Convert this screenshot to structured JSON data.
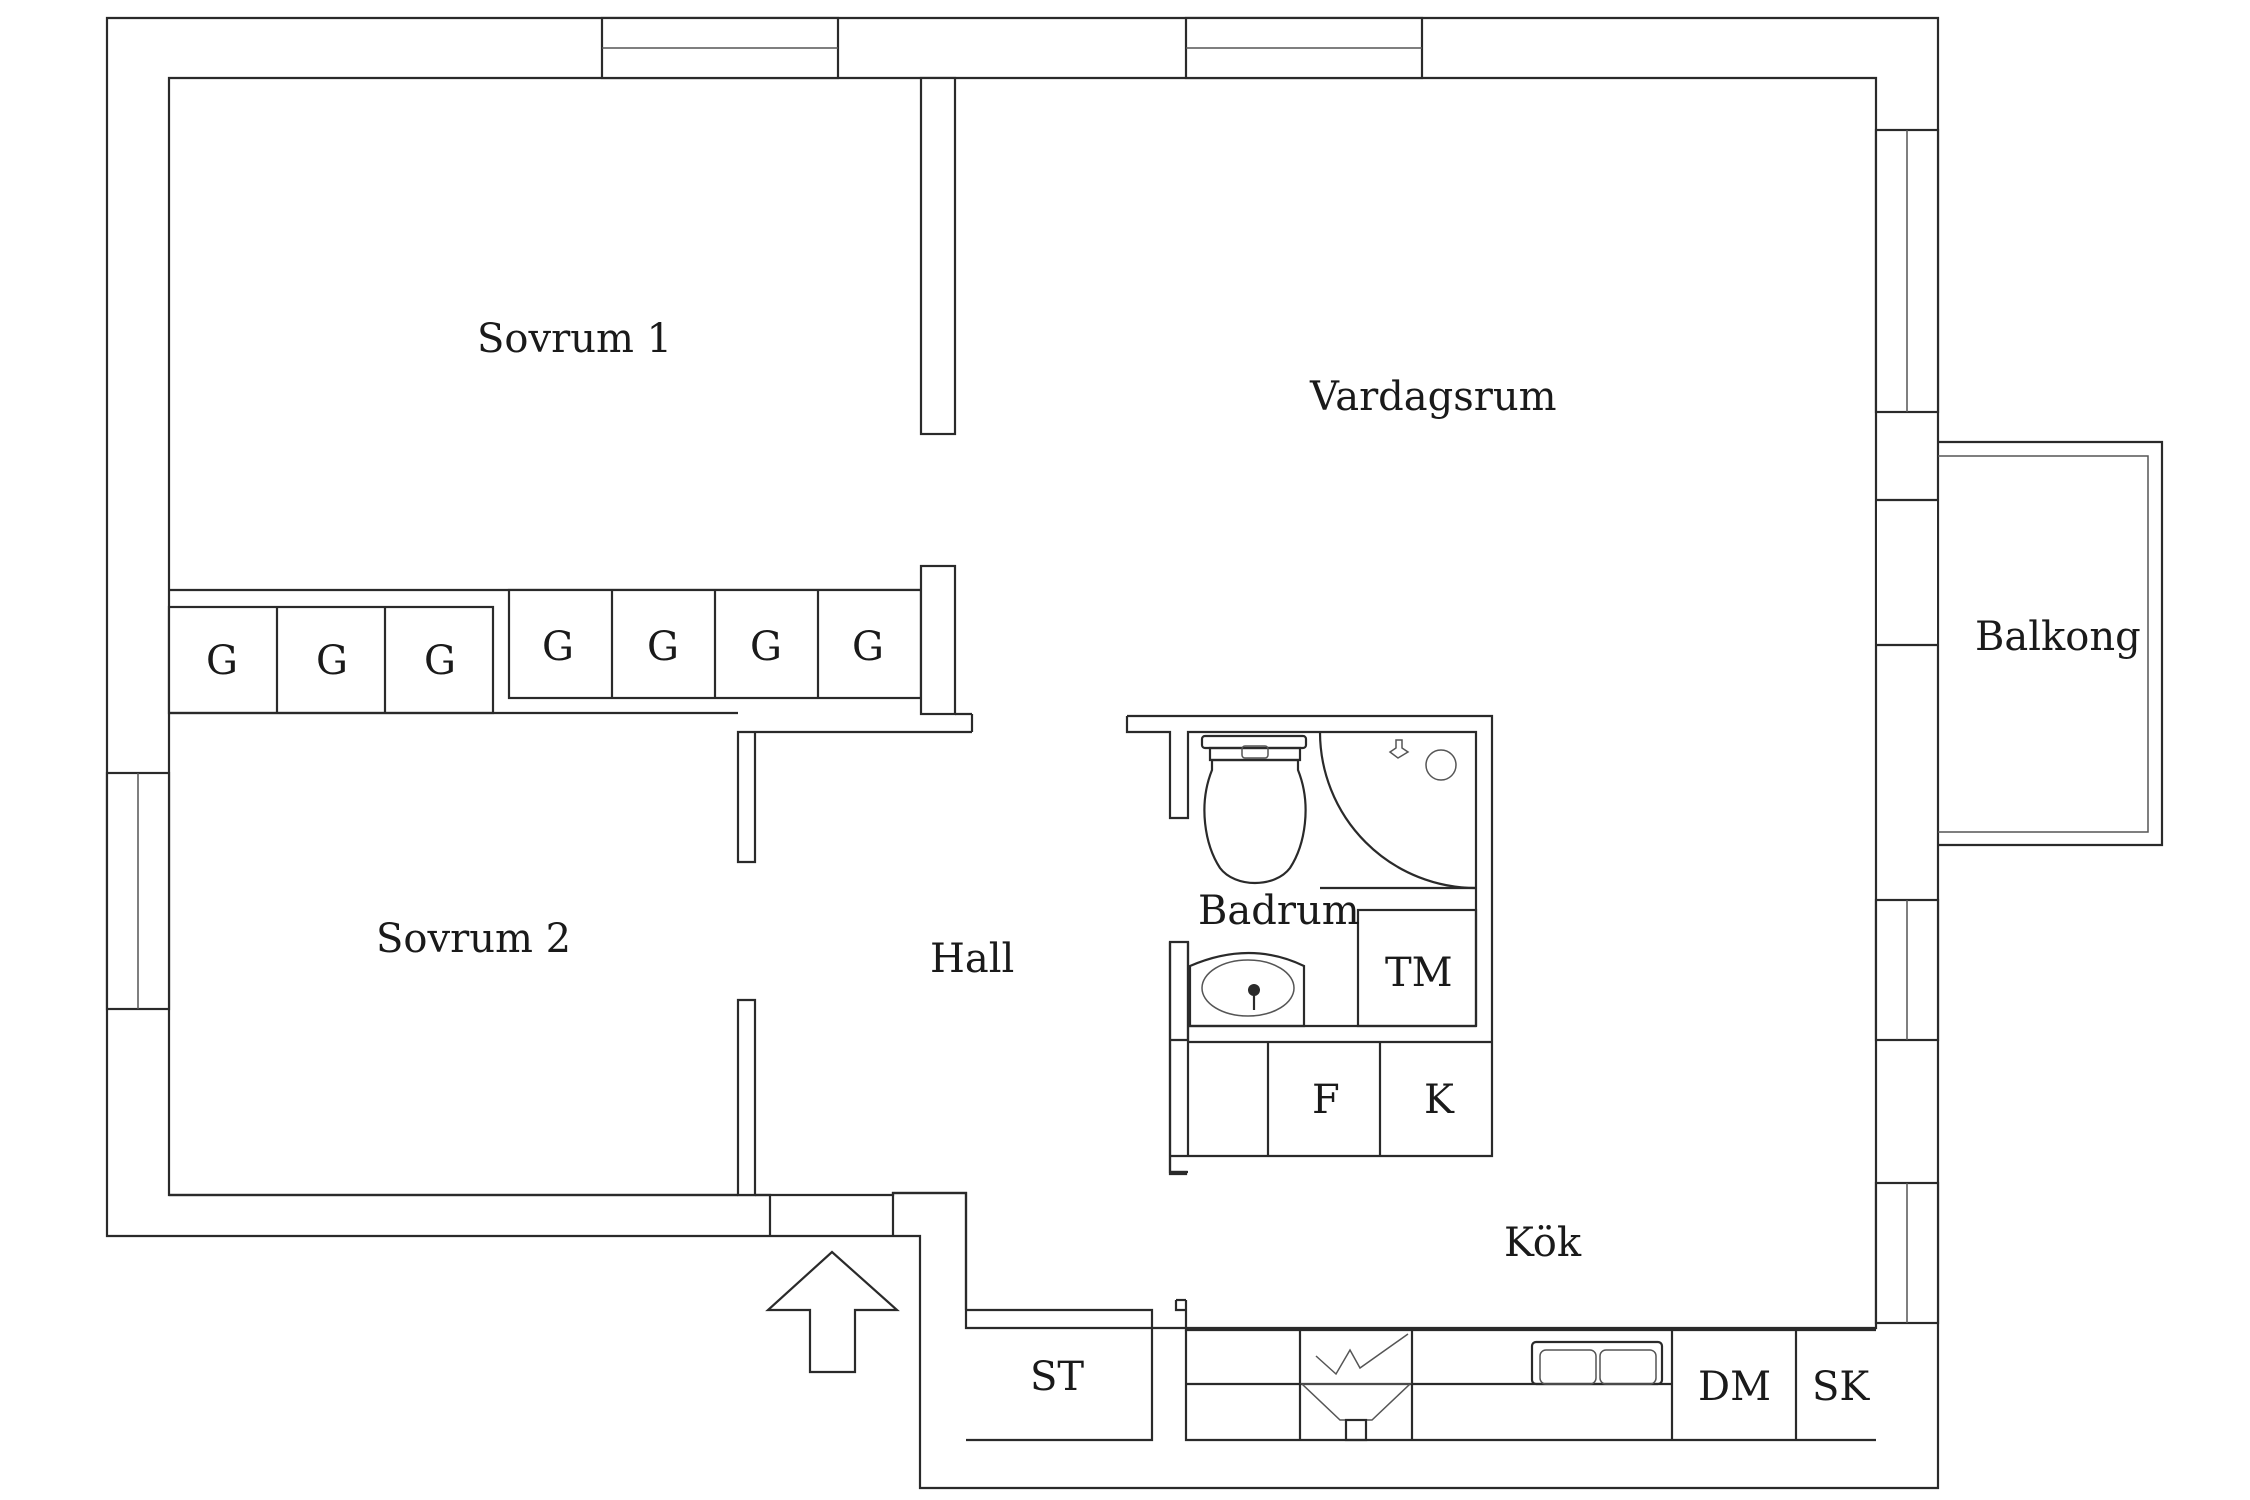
{
  "rooms": {
    "sovrum1": "Sovrum 1",
    "sovrum2": "Sovrum 2",
    "vardagsrum": "Vardagsrum",
    "balkong": "Balkong",
    "hall": "Hall",
    "badrum": "Badrum",
    "kok": "Kök"
  },
  "fixtures": {
    "garderob": [
      "G",
      "G",
      "G",
      "G",
      "G",
      "G",
      "G"
    ],
    "tvattmaskin": "TM",
    "frys": "F",
    "kyl": "K",
    "stad": "ST",
    "diskmaskin": "DM",
    "skap": "SK"
  }
}
